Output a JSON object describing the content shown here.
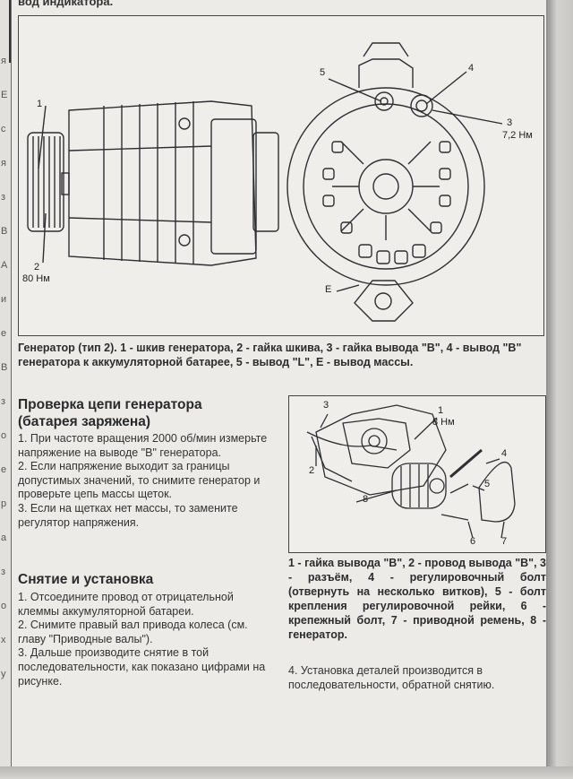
{
  "top_text": "вод индикатора.",
  "gutter_letters": [
    "я",
    "Е",
    "с",
    "я",
    "з",
    "В",
    "А",
    "и",
    "е",
    "В",
    "з",
    "о",
    "е",
    "р",
    "а",
    "з",
    "о",
    "х",
    "у"
  ],
  "figure1": {
    "labels": {
      "l1": "1",
      "l2": "2",
      "l2_torque": "80 Нм",
      "l3": "3",
      "l3_torque": "7,2 Нм",
      "l4": "4",
      "l5": "5",
      "lE": "E"
    },
    "caption": "Генератор (тип 2). 1 - шкив генератора, 2 - гайка шкива, 3 - гайка вывода \"В\", 4 - вывод \"В\" генератора к аккумуляторной батарее, 5 - вывод \"L\", Е - вывод массы."
  },
  "section1": {
    "title_line1": "Проверка цепи генератора",
    "title_line2": "(батарея заряжена)",
    "p1": "1. При частоте вращения 2000 об/мин измерьте напряжение на выводе \"В\" генератора.",
    "p2": "2. Если напряжение выходит за границы допустимых значений, то снимите генератор и проверьте цепь массы щеток.",
    "p3": "3. Если на щетках нет массы, то замените регулятор напряжения."
  },
  "section2": {
    "title": "Снятие и установка",
    "p1": "1. Отсоедините провод от отрицательной клеммы аккумуляторной батареи.",
    "p2": "2. Снимите правый вал привода колеса (см. главу \"Приводные валы\").",
    "p3": "3. Дальше производите снятие в той последовательности, как показано цифрами на рисунке."
  },
  "figure2": {
    "labels": {
      "l1": "1",
      "l1_torque": "8 Нм",
      "l2": "2",
      "l3": "3",
      "l4": "4",
      "l5": "5",
      "l6": "6",
      "l7": "7",
      "l8": "8"
    },
    "legend": "1 - гайка вывода \"В\", 2 - провод вывода \"В\", 3 - разъём, 4 - регулировочный болт (отвернуть на несколько витков), 5 - болт крепления регулировочной рейки, 6 - крепежный болт, 7 - приводной ремень, 8 - генератор."
  },
  "para4": "4. Установка деталей производится в последовательности, обратной снятию."
}
